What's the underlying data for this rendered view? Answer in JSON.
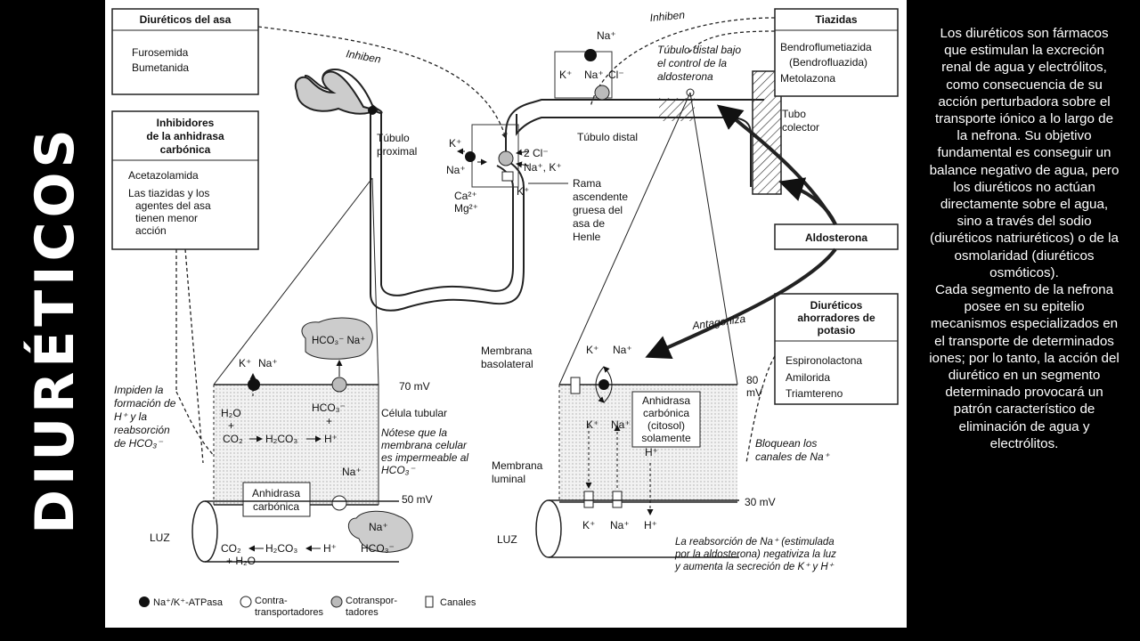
{
  "slide_title": "DIURÉTICOS",
  "side_text": {
    "paragraph1": "Los diuréticos son fármacos que estimulan la excreción renal de agua y electrólitos, como consecuencia de su acción perturbadora sobre el transporte iónico a lo largo de la nefrona. Su objetivo fundamental es conseguir un balance negativo de agua, pero los diuréticos no actúan directamente sobre el agua, sino a través del sodio (diuréticos natriuréticos) o de la osmolaridad (diuréticos osmóticos).",
    "paragraph2": "Cada segmento de la nefrona posee en su epitelio mecanismos especializados en el transporte de determinados iones; por lo tanto, la acción del diurético en un segmento determinado provocará un patrón característico de eliminación de agua y electrólitos."
  },
  "diagram": {
    "box_loop": {
      "title": "Diuréticos del asa",
      "items": [
        "Furosemida",
        "Bumetanida"
      ]
    },
    "box_carbonic": {
      "title_lines": [
        "Inhibidores",
        "de la anhidrasa",
        "carbónica"
      ],
      "items": [
        "Acetazolamida",
        "Las tiazidas y los",
        "agentes del asa",
        "tienen menor",
        "acción"
      ]
    },
    "box_thiazide": {
      "title": "Tiazidas",
      "items": [
        "Bendroflumetiazida",
        "(Bendrofluazida)",
        "Metolazona"
      ]
    },
    "box_aldosterone": {
      "title": "Aldosterona"
    },
    "box_ksparing": {
      "title_lines": [
        "Diuréticos",
        "ahorradores de",
        "potasio"
      ],
      "items": [
        "Espironolactona",
        "Amilorida",
        "Triamtereno"
      ]
    },
    "labels": {
      "inhiben_left": "Inhiben",
      "inhiben_right": "Inhiben",
      "antagoniza": "Antagoniza",
      "tubulo_proximal": [
        "Túbulo",
        "proximal"
      ],
      "tubulo_distal": "Túbulo distal",
      "distal_aldo": [
        "Túbulo distal bajo",
        "el control de la",
        "aldosterona"
      ],
      "tubo_colector": [
        "Tubo",
        "colector"
      ],
      "rama": [
        "Rama",
        "ascendente",
        "gruesa del",
        "asa de",
        "Henle"
      ],
      "loop_ions_left": [
        "K⁺",
        "Na⁺"
      ],
      "loop_ions_right": [
        "2 Cl⁻",
        "Na⁺, K⁺",
        "K⁺"
      ],
      "ca_mg": [
        "Ca²⁺",
        "Mg²⁺"
      ],
      "distal_ions": [
        "Na⁺",
        "K⁺",
        "Na⁺",
        "Cl⁻"
      ],
      "left_cell": {
        "k": "K⁺",
        "na": "Na⁺",
        "hco3_na": "HCO₃⁻ Na⁺",
        "mv70": "70 mV",
        "mv50": "50 mV",
        "h2o": "H₂O",
        "plus1": "+",
        "co2": "CO₂",
        "h2co3": "H₂CO₃",
        "h": "H⁺",
        "hco3": "HCO₃⁻",
        "plus2": "+",
        "na_small": "Na⁺",
        "celula": "Célula tubular",
        "notese": [
          "Nótese que la",
          "membrana celular",
          "es impermeable al",
          "HCO₃⁻"
        ],
        "anhidrasa": [
          "Anhidrasa",
          "carbónica"
        ],
        "impiden": [
          "Impiden la",
          "formación de",
          "H⁺ y la",
          "reabsorción",
          "de HCO₃⁻"
        ],
        "luz": "LUZ",
        "lumen_co2": [
          "CO₂",
          "+ H₂O"
        ],
        "lumen_h2co3": "H₂CO₃",
        "lumen_h": "H⁺",
        "lumen_na_hco3": [
          "Na⁺",
          "HCO₃⁻"
        ]
      },
      "right_cell": {
        "membrana_basolateral": [
          "Membrana",
          "basolateral"
        ],
        "membrana_luminal": [
          "Membrana",
          "luminal"
        ],
        "k": "K⁺",
        "na": "Na⁺",
        "k2": "K⁺",
        "na2": "Na⁺",
        "h": "H⁺",
        "anhidrasa": [
          "Anhidrasa",
          "carbónica",
          "(citosol)",
          "solamente"
        ],
        "mv80": [
          "80",
          "mV"
        ],
        "mv30": "30 mV",
        "bloquean": [
          "Bloquean los",
          "canales de Na⁺"
        ],
        "luz": "LUZ",
        "lumen_k": "K⁺",
        "lumen_na": "Na⁺",
        "lumen_h": "H⁺",
        "reabsorcion": [
          "La reabsorción de Na⁺ (estimulada",
          "por la aldosterona) negativiza la luz",
          "y aumenta la secreción de K⁺ y H⁺"
        ]
      }
    },
    "legend": {
      "atpase": "Na⁺/K⁺-ATPasa",
      "contra": [
        "Contra-",
        "transportadores"
      ],
      "cotrans": [
        "Cotranspor-",
        "tadores"
      ],
      "canales": "Canales"
    }
  }
}
